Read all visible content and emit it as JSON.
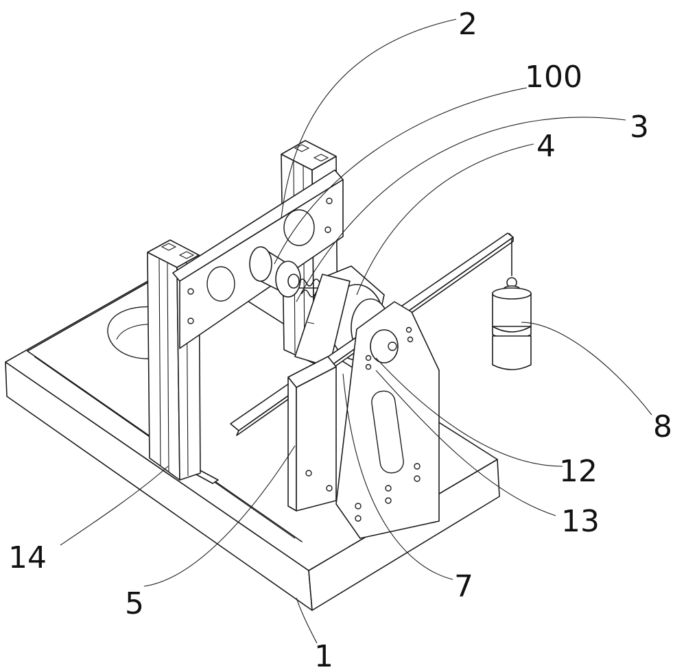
{
  "labels": {
    "base": "1",
    "upper_plate": "2",
    "spring_shaft": "3",
    "rotating_hub": "4",
    "left_post": "5",
    "side_plate": "7",
    "hanging_weight": "8",
    "hole_upper": "12",
    "hole_lower": "13",
    "profile_rail": "14",
    "sample": "100"
  }
}
